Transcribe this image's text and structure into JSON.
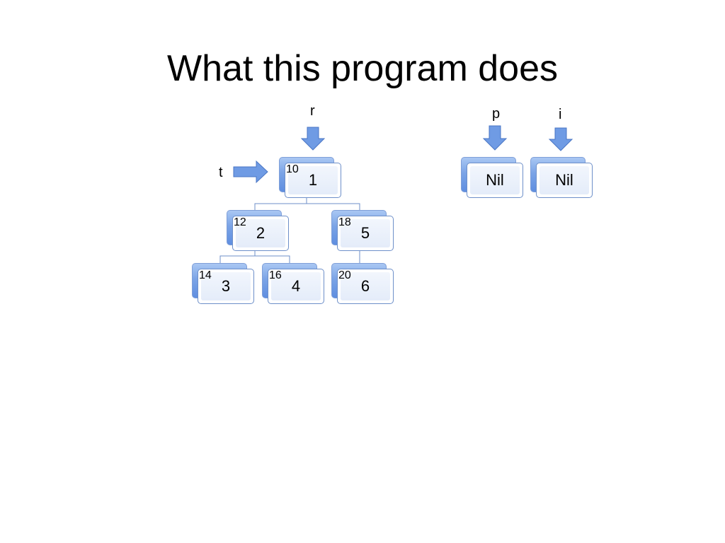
{
  "slide": {
    "title": "What this program does"
  },
  "pointers": [
    {
      "id": "r",
      "label": "r"
    },
    {
      "id": "t",
      "label": "t"
    },
    {
      "id": "p",
      "label": "p"
    },
    {
      "id": "i",
      "label": "i"
    }
  ],
  "tree": [
    {
      "id": "n1",
      "address": "10",
      "value": "1"
    },
    {
      "id": "n2",
      "address": "12",
      "value": "2"
    },
    {
      "id": "n5",
      "address": "18",
      "value": "5"
    },
    {
      "id": "n3",
      "address": "14",
      "value": "3"
    },
    {
      "id": "n4",
      "address": "16",
      "value": "4"
    },
    {
      "id": "n6",
      "address": "20",
      "value": "6"
    }
  ],
  "edges": [
    {
      "from": "n1",
      "to": "n2"
    },
    {
      "from": "n1",
      "to": "n5"
    },
    {
      "from": "n2",
      "to": "n3"
    },
    {
      "from": "n2",
      "to": "n4"
    },
    {
      "from": "n5",
      "to": "n6"
    }
  ],
  "nil_nodes": [
    {
      "id": "nil-p",
      "value": "Nil"
    },
    {
      "id": "nil-i",
      "value": "Nil"
    }
  ],
  "colors": {
    "arrow_fill": "#6f9be4",
    "arrow_stroke": "#4a76c4",
    "connector": "#6d8fc9"
  }
}
